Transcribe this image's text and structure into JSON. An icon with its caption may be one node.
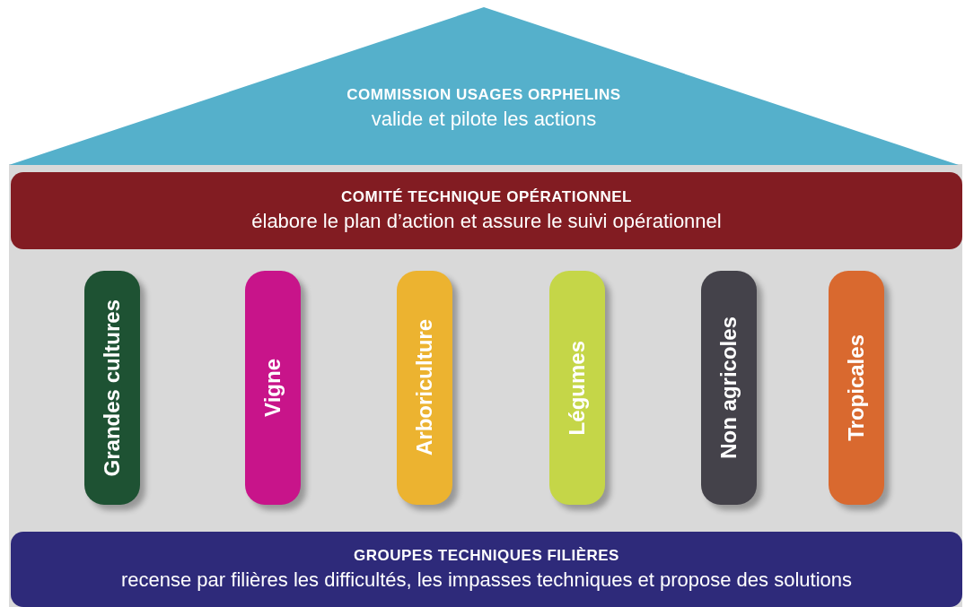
{
  "diagram": {
    "nodes": [
      {
        "text": [
          "COMMISSION USAGES ORPHELINS",
          "valide et pilote les actions"
        ]
      },
      {
        "text": [
          "COMITÉ TECHNIQUE OPÉRATIONNEL",
          "élabore le plan d’action et assure le suivi opérationnel"
        ]
      },
      {
        "text": [
          "Grandes cultures"
        ]
      },
      {
        "text": [
          "Vigne"
        ]
      },
      {
        "text": [
          "Arboriculture"
        ]
      },
      {
        "text": [
          "Légumes"
        ]
      },
      {
        "text": [
          "Non agricoles"
        ]
      },
      {
        "text": [
          "Tropicales"
        ]
      },
      {
        "text": [
          "GROUPES TECHNIQUES FILIÈRES",
          "recense par filières les difficultés, les impasses techniques et propose des solutions"
        ]
      }
    ],
    "edges": []
  }
}
